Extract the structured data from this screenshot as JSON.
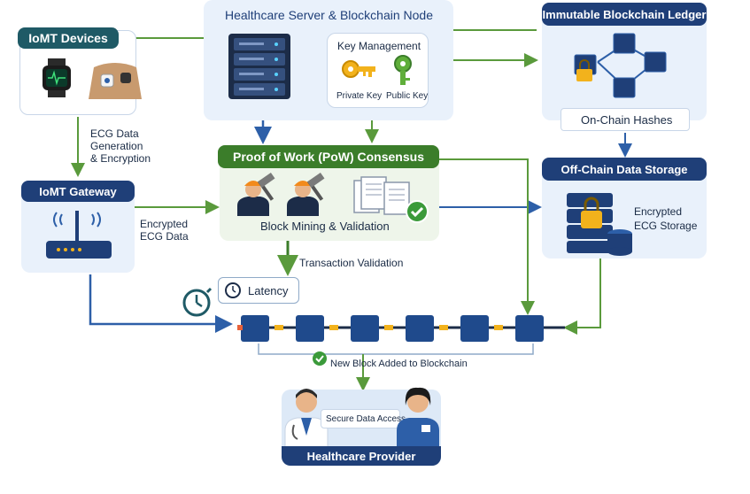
{
  "server_panel": {
    "title": "Healthcare Server & Blockchain Node"
  },
  "key_management": {
    "title": "Key Management",
    "private_key": "Private Key",
    "public_key": "Public Key"
  },
  "ledger": {
    "title": "Immutable Blockchain Ledger",
    "hashes": "On-Chain Hashes"
  },
  "iomt_devices": {
    "title": "IoMT Devices"
  },
  "ecg_step": {
    "line1": "ECG Data",
    "line2": "Generation",
    "line3": "& Encryption"
  },
  "gateway": {
    "title": "IoMT Gateway"
  },
  "encrypted_data": {
    "line1": "Encrypted",
    "line2": "ECG Data"
  },
  "pow": {
    "title": "Proof of Work (PoW) Consensus",
    "caption": "Block Mining & Validation"
  },
  "offchain": {
    "title": "Off-Chain Data Storage",
    "line1": "Encrypted",
    "line2": "ECG Storage"
  },
  "transaction_validation": "Transaction Validation",
  "latency": "Latency",
  "new_block": "New Block Added to Blockchain",
  "provider": {
    "title": "Healthcare Provider",
    "access": "Secure Data Access"
  },
  "colors": {
    "navy": "#1f3f78",
    "teal": "#1f5a66",
    "green": "#3b7d2a",
    "panel": "#e9f1fb",
    "arrow_blue": "#2d5fa8",
    "arrow_green": "#5a9a3c"
  }
}
